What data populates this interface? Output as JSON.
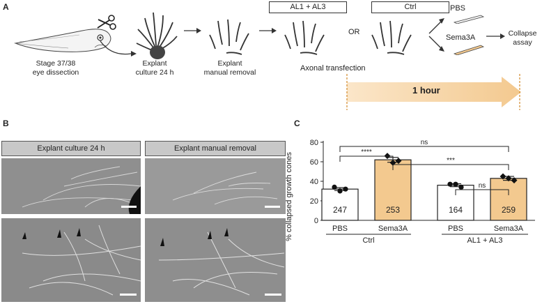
{
  "panelA": {
    "letter": "A",
    "stage_caption": [
      "Stage 37/38",
      "eye dissection"
    ],
    "culture_caption": [
      "Explant",
      "culture 24 h"
    ],
    "removal_caption": [
      "Explant",
      "manual removal"
    ],
    "box_al": "AL1 + AL3",
    "box_ctrl": "Ctrl",
    "or_text": "OR",
    "pbs": "PBS",
    "sema": "Sema3A",
    "collapse": [
      "Collapse",
      "assay"
    ],
    "transfection": "Axonal transfection",
    "time_bar": "1 hour",
    "accent": "#f3c98f"
  },
  "panelB": {
    "letter": "B",
    "head_left": "Explant culture 24 h",
    "head_right": "Explant manual removal"
  },
  "panelC": {
    "letter": "C",
    "ylabel": "% collapsed growth cones",
    "group_ctrl": "Ctrl",
    "group_al": "AL1 + AL3",
    "sig_top": "ns",
    "sig_ctrl": "****",
    "sig_cross": "***",
    "sig_al": "ns"
  },
  "chart_data": {
    "type": "bar",
    "categories": [
      "PBS",
      "Sema3A",
      "PBS",
      "Sema3A"
    ],
    "groups": [
      "Ctrl",
      "Ctrl",
      "AL1 + AL3",
      "AL1 + AL3"
    ],
    "values": [
      32,
      62,
      36,
      43
    ],
    "errors": [
      1.5,
      2.5,
      1.5,
      2
    ],
    "n_labels": [
      "247",
      "253",
      "164",
      "259"
    ],
    "colors": [
      "#ffffff",
      "#f3c98f",
      "#ffffff",
      "#f3c98f"
    ],
    "points": [
      [
        34,
        30,
        32
      ],
      [
        66,
        59,
        61
      ],
      [
        37,
        37,
        34
      ],
      [
        45,
        43,
        41
      ]
    ],
    "ylabel": "% collapsed growth cones",
    "ylim": [
      0,
      80
    ],
    "yticks": [
      0,
      20,
      40,
      60,
      80
    ]
  }
}
